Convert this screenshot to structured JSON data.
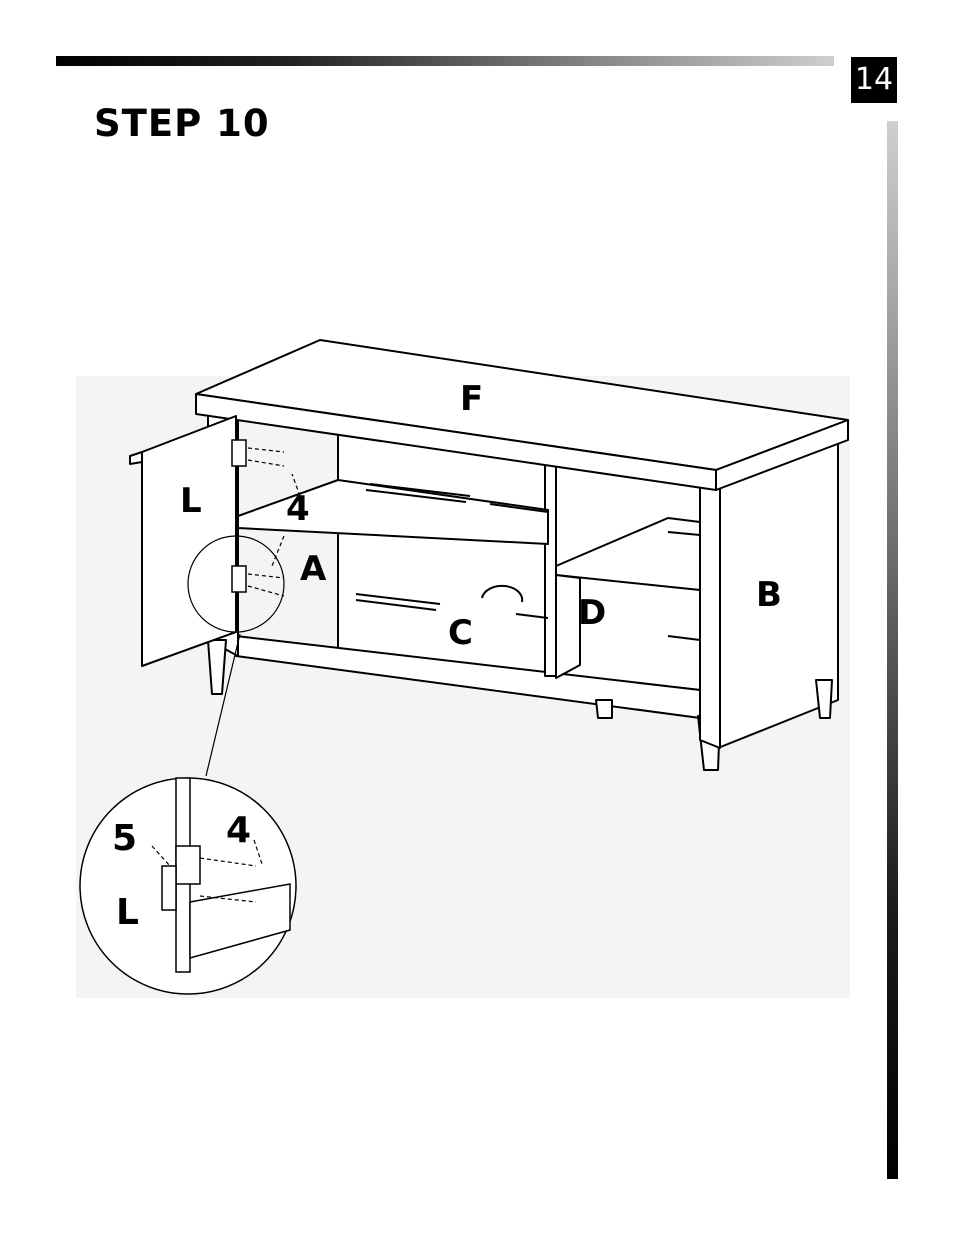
{
  "header": {
    "page_number": "14"
  },
  "step": {
    "title": "STEP 10"
  },
  "illustration": {
    "labels": {
      "top": "F",
      "door": "L",
      "screw": "4",
      "panel_left": "A",
      "shelf": "C",
      "divider": "D",
      "side": "B"
    },
    "detail_labels": {
      "hinge": "5",
      "screw": "4",
      "door": "L"
    }
  }
}
